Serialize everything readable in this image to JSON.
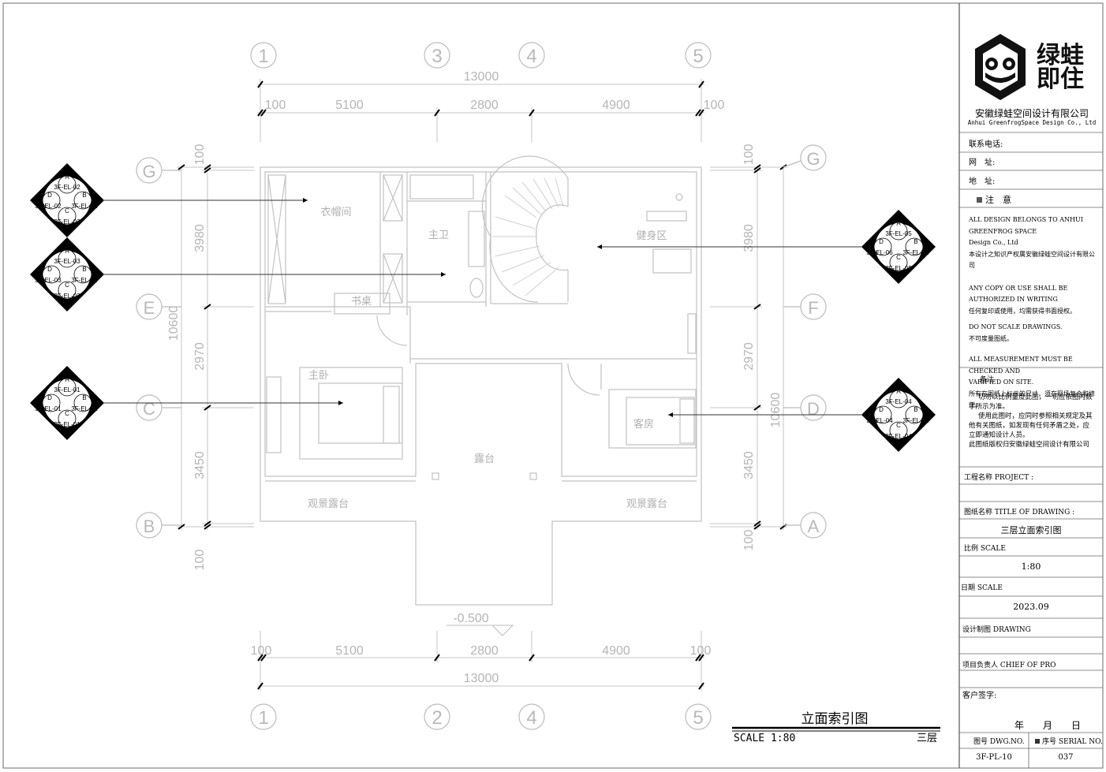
{
  "drawing": {
    "top_total": "13000",
    "top_segments": [
      "100",
      "5100",
      "2800",
      "4900",
      "100"
    ],
    "bottom_total": "13000",
    "bottom_segments": [
      "100",
      "5100",
      "2800",
      "4900",
      "100"
    ],
    "col_axes_top": [
      "1",
      "3",
      "4",
      "5"
    ],
    "col_axes_bottom": [
      "1",
      "2",
      "4",
      "5"
    ],
    "row_axes_left": [
      "G",
      "E",
      "C",
      "B"
    ],
    "row_axes_right": [
      "G",
      "F",
      "D",
      "A"
    ],
    "left_dims": [
      "100",
      "3980",
      "2970",
      "3450",
      "100"
    ],
    "left_total": "10600",
    "right_dims": [
      "100",
      "3980",
      "2970",
      "3450",
      "100"
    ],
    "right_total": "10600",
    "level": "-0.500",
    "rooms": {
      "cloakroom": "衣帽间",
      "master_bath": "主卫",
      "gym": "健身区",
      "study": "书桌",
      "master_bed": "主卧",
      "terrace": "露台",
      "guest_room": "客房",
      "view_terrace_left": "观景露台",
      "view_terrace_right": "观景露台"
    },
    "markers": [
      {
        "a": "A",
        "b": "B",
        "c": "C",
        "d": "D",
        "ta": "3F-EL-02",
        "tb": "3F-EL-02",
        "tc": "3F-EL-02",
        "td": "3F-EL-02"
      },
      {
        "a": "A",
        "b": "B",
        "c": "C",
        "d": "D",
        "ta": "3F-EL-03",
        "tb": "3F-EL-03",
        "tc": "3F-EL-03",
        "td": "3F-EL-03"
      },
      {
        "a": "A",
        "b": "B",
        "c": "C",
        "d": "D",
        "ta": "3F-EL-01",
        "tb": "3F-EL-01",
        "tc": "3F-EL-01",
        "td": "3F-EL-01"
      },
      {
        "a": "A",
        "b": "B",
        "c": "C",
        "d": "D",
        "ta": "3F-EL-05",
        "tb": "3F-EL-06",
        "tc": "3F-EL-05",
        "td": "3F-EL-06"
      },
      {
        "a": "A",
        "b": "B",
        "c": "C",
        "d": "D",
        "ta": "3F-EL-04",
        "tb": "3F-EL-04",
        "tc": "3F-EL-04",
        "td": "3F-EL-04"
      }
    ],
    "caption_title": "立面索引图",
    "caption_scale": "SCALE 1:80",
    "caption_floor": "三层"
  },
  "title_block": {
    "logo_text_1": "绿蛙",
    "logo_text_2": "即住",
    "company_cn": "安徽绿蛙空间设计有限公司",
    "company_en": "Anhui GreenfrogSpace Design Co., Ltd",
    "phone_label": "联系电话:",
    "web_label": "网　址:",
    "addr_label": "地　址:",
    "notice_title": "注　意",
    "notice_lines": [
      "ALL DESIGN BELONGS TO ANHUI GREENFROG SPACE",
      "Design Co., Ltd",
      "本设计之知识产权属安徽绿蛙空间设计有限公司",
      "ANY COPY OR USE SHALL BE AUTHORIZED IN WRITING",
      "任何复印或使用，均需获得书面授权。",
      "DO NOT SCALE DRAWINGS.",
      "不可度量图纸。",
      "ALL MEASUREMENT MUST BE CHECKED AND",
      "VARIFIED ON SITE.",
      "所有在图纸上标示的尺寸，须在现场复合和修正。"
    ],
    "remarks_title": "备注",
    "remarks_lines": [
      "切勿以比例量度此图，一切应依图内数",
      "字所示为准。",
      "使用此图时，应同时参照相关规定及其",
      "他有关图纸，如发现有任何矛盾之处，应",
      "立即通知设计人员。",
      "此图纸版权归安徽绿蛙空间设计有限公司"
    ],
    "project_label": "工程名称 PROJECT :",
    "drawing_title_label": "图纸名称 TITLE  OF  DRAWING :",
    "drawing_title_value": "三层立面索引图",
    "scale_label": "比例 SCALE",
    "scale_value": "1:80",
    "date_label": "日期 SCALE",
    "date_value": "2023.09",
    "design_label": "设计制图 DRAWING",
    "chief_label": "项目负责人 CHIEF OF PRO",
    "client_label": "客户签字:",
    "date_ymd": "年　　月　　日",
    "dwg_label": "图号 DWG.NO.",
    "serial_label": "序号 SERIAL NO.",
    "dwg_value": "3F-PL-10",
    "serial_value": "037"
  }
}
